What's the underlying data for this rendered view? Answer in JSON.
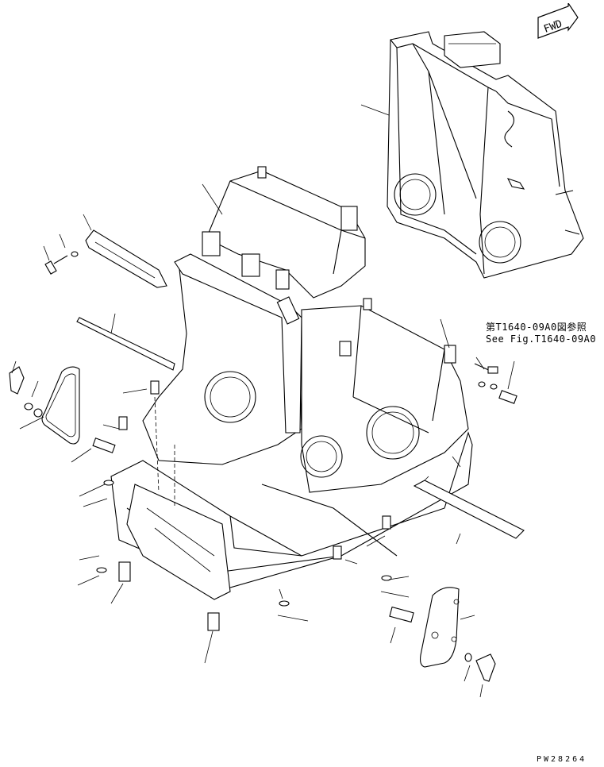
{
  "reference": {
    "jp": "第T1640-09A0図参照",
    "en": "See Fig.T1640-09A0"
  },
  "direction_badge": "FWD",
  "drawing_id": "PW28264"
}
